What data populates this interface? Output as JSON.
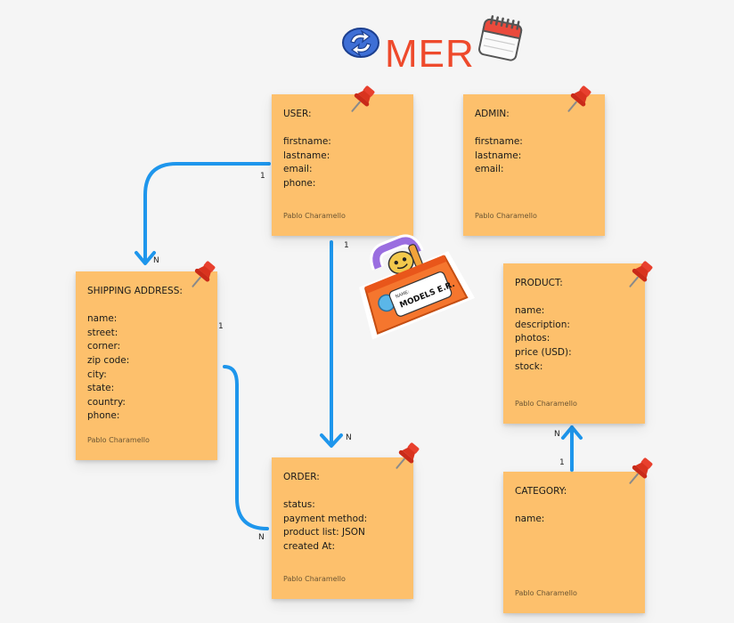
{
  "title": "MER",
  "sticker": {
    "tag_label": "NAME:",
    "text": "MODELS E.R."
  },
  "notes": {
    "user": {
      "title": "USER:",
      "fields": [
        "firstname:",
        "lastname:",
        "email:",
        "phone:"
      ],
      "author": "Pablo Charamello"
    },
    "admin": {
      "title": "ADMIN:",
      "fields": [
        "firstname:",
        "lastname:",
        "email:"
      ],
      "author": "Pablo Charamello"
    },
    "shipping": {
      "title": "SHIPPING ADDRESS:",
      "fields": [
        "name:",
        "street:",
        "corner:",
        "zip code:",
        "city:",
        "state:",
        "country:",
        "phone:"
      ],
      "author": "Pablo Charamello"
    },
    "product": {
      "title": "PRODUCT:",
      "fields": [
        "name:",
        "description:",
        "photos:",
        "price (USD):",
        "stock:"
      ],
      "author": "Pablo Charamello"
    },
    "order": {
      "title": "ORDER:",
      "fields": [
        "status:",
        "payment method:",
        "product list: JSON",
        "created At:"
      ],
      "author": "Pablo Charamello"
    },
    "category": {
      "title": "CATEGORY:",
      "fields": [
        "name:"
      ],
      "author": "Pablo Charamello"
    }
  },
  "relations": {
    "user_shipping": {
      "from_card": "1",
      "to_card": "N"
    },
    "user_order": {
      "from_card": "1",
      "to_card": "N"
    },
    "shipping_order": {
      "from_card": "1",
      "to_card": "N"
    },
    "category_product": {
      "from_card": "1",
      "to_card": "N"
    }
  },
  "colors": {
    "note": "#fdc06c",
    "arrow": "#1e96ec",
    "title": "#ee4a2c"
  }
}
